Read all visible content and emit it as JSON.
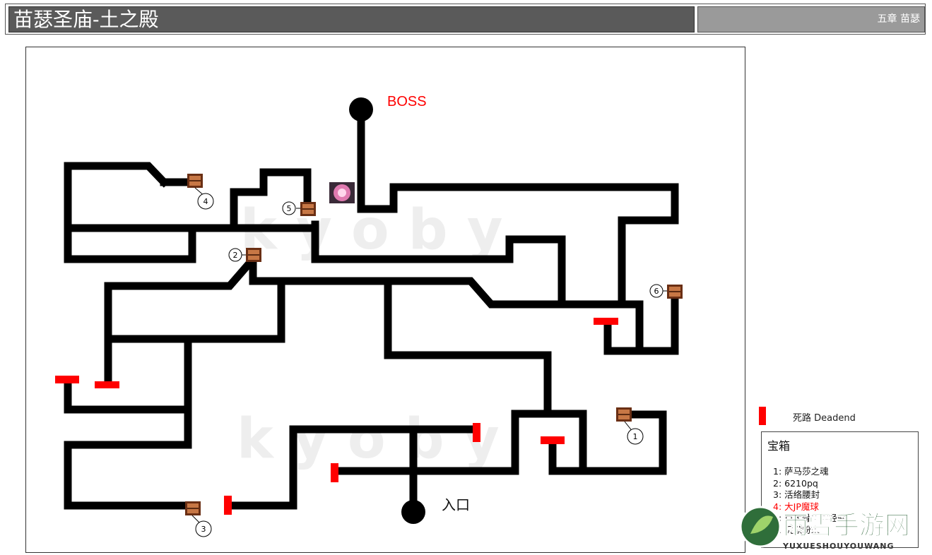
{
  "header": {
    "title": "苗瑟圣庙-土之殿",
    "chapter": "五章 苗瑟"
  },
  "map": {
    "boss_label": "BOSS",
    "entrance_label": "入口",
    "watermark": "k y o b y",
    "chest_markers": [
      "1",
      "2",
      "3",
      "4",
      "5",
      "6"
    ],
    "colors": {
      "path": "#000000",
      "deadend": "#ff0000",
      "boss_label": "#ff0000",
      "chest": "#b0582b"
    }
  },
  "legend": {
    "deadend_label": "死路 Deadend",
    "chest_title": "宝箱",
    "chest_items": [
      {
        "text": "1: 萨马莎之魂",
        "highlight": false
      },
      {
        "text": "2: 6210pq",
        "highlight": false
      },
      {
        "text": "3: 活络腰封",
        "highlight": false
      },
      {
        "text": "4: 大JP魔球",
        "highlight": true
      },
      {
        "text": "5: 巨大骨头的经验",
        "highlight": false
      },
      {
        "text": "6: 沉默粉末",
        "highlight": false
      }
    ]
  },
  "logo": {
    "name": "雨雪手游网",
    "subtitle": "YUXUESHOUYOUWANG"
  }
}
